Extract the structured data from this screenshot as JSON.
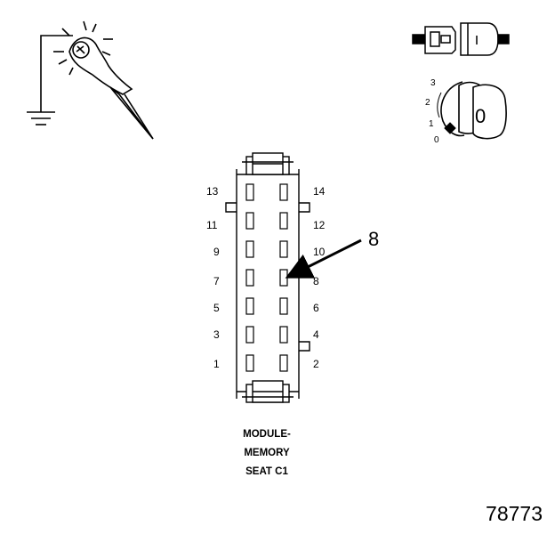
{
  "connector": {
    "pins_left": [
      "13",
      "11",
      "9",
      "7",
      "5",
      "3",
      "1"
    ],
    "pins_right": [
      "14",
      "12",
      "10",
      "8",
      "6",
      "4",
      "2"
    ],
    "highlighted_pin": "8",
    "callout_label": "8",
    "caption_lines": [
      "MODULE-",
      "MEMORY",
      "SEAT C1"
    ]
  },
  "ignition": {
    "positions": [
      "3",
      "2",
      "1",
      "0"
    ],
    "key_label": "0"
  },
  "figure_number": "78773"
}
